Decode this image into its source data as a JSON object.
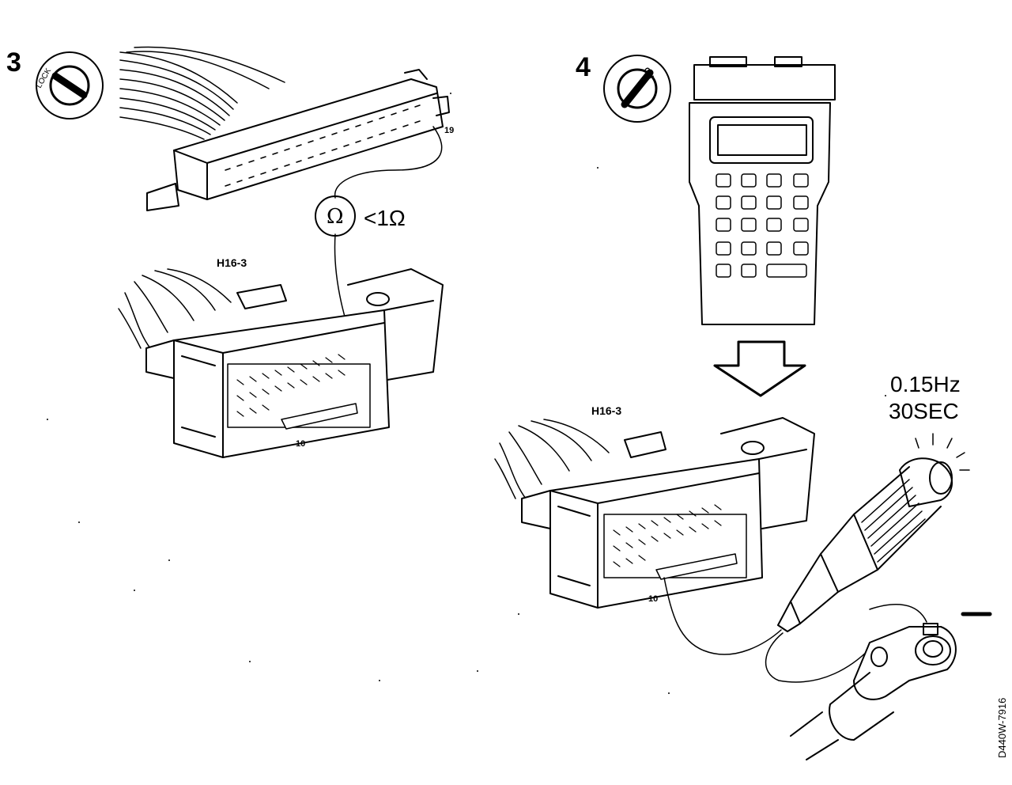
{
  "step3": {
    "number": "3",
    "key_label": "LOCK",
    "connector_pin_top": "19",
    "connector_name": "H16-3",
    "connector_pin_bottom": "10",
    "meter_symbol": "Ω",
    "meter_reading": "<1Ω"
  },
  "step4": {
    "number": "4",
    "key_label": "ON",
    "connector_name": "H16-3",
    "connector_pin": "10",
    "signal_frequency": "0.15Hz",
    "signal_duration": "30SEC",
    "ground_sign": "–"
  },
  "figure_code": "D440W-7916",
  "icons": [
    "ignition-key-lock-icon",
    "ignition-key-on-icon",
    "ohmmeter-icon",
    "handheld-tester-icon",
    "down-arrow-icon",
    "test-lamp-icon",
    "ground-terminal-icon"
  ]
}
